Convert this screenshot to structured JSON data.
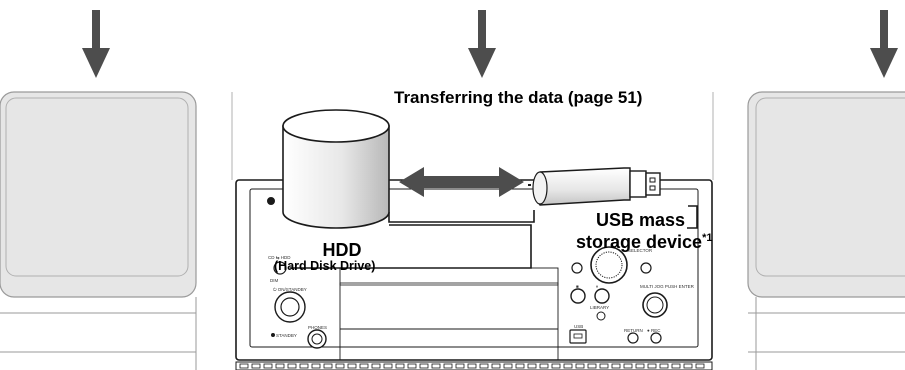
{
  "diagram": {
    "transfer_caption": "Transferring the data (page 51)",
    "hdd": {
      "title": "HDD",
      "subtitle": "(Hard Disk Drive)"
    },
    "usb": {
      "line1": "USB mass",
      "line2": "storage device",
      "footnote": "*1"
    },
    "unit_labels": {
      "cd_hdd": "CD ⇆ HDD",
      "dimmer": "DIM",
      "standby_on": "⏻ ON/STANDBY",
      "standby": "STANDBY",
      "phones": "PHONES",
      "selector": "SELECTOR",
      "usb": "USB",
      "library": "LIBRARY",
      "multi_jog": "MULTI JOG PUSH ENTER",
      "rec": "● REC",
      "pause": "⏸",
      "stop": "■",
      "return": "RETURN"
    },
    "colors": {
      "arrow": "#4d4d4d",
      "speaker_fill": "#e6e6e6",
      "speaker_stroke": "#9a9a9a",
      "outline": "#1a1a1a"
    }
  }
}
